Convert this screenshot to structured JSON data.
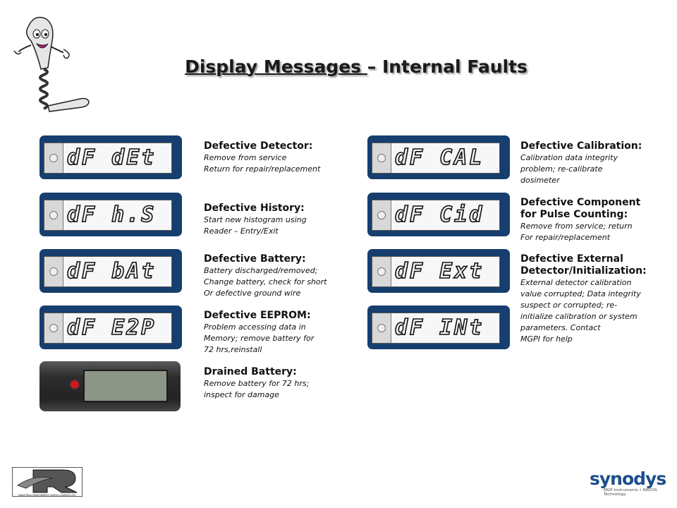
{
  "title_part1": "Display Messages ",
  "title_part2": "– Internal Faults",
  "displays": [
    {
      "code": "dF dEt",
      "heading": "Defective Detector:",
      "lines": [
        "Remove from service",
        "Return for repair/replacement"
      ]
    },
    {
      "code": "dF h.S",
      "heading": "Defective History:",
      "lines": [
        "Start new histogram using",
        "Reader – Entry/Exit"
      ]
    },
    {
      "code": "dF bAt",
      "heading": "Defective Battery:",
      "lines": [
        "Battery discharged/removed;",
        "Change battery, check for short",
        "Or defective ground wire"
      ]
    },
    {
      "code": "dF E2P",
      "heading": "Defective EEPROM:",
      "lines": [
        "Problem accessing data in",
        "Memory; remove battery for",
        "72 hrs,reinstall"
      ]
    },
    {
      "code": "dF CAL",
      "heading": "Defective Calibration:",
      "lines": [
        "Calibration data integrity",
        "problem; re-calibrate",
        "dosimeter"
      ]
    },
    {
      "code": "dF Cid",
      "heading": "Defective Component for Pulse Counting:",
      "heading_lines": [
        "Defective Component",
        "for Pulse Counting:"
      ],
      "lines": [
        "Remove from service; return",
        "For repair/replacement"
      ]
    },
    {
      "code": "dF Ext",
      "heading": "Defective External Detector/Initialization:",
      "heading_lines": [
        "Defective External",
        "Detector/Initialization:"
      ],
      "lines": [
        "External detector calibration",
        "value corrupted; Data integrity",
        "suspect or corrupted; re-",
        "initialize calibration or system",
        "parameters.  Contact",
        "MGPI for help"
      ]
    },
    {
      "code": "dF INt",
      "heading": "",
      "lines": []
    }
  ],
  "drained": {
    "heading": "Drained Battery:",
    "lines": [
      "Remove battery for 72 hrs;",
      "inspect for damage"
    ]
  },
  "logo_left": "INDUSTRIAL RADIOGRAPHY SUPPLY & SERVICE LTD.",
  "logo_right": {
    "word": "synodys",
    "tagline": "MGP Instruments • RADOS Technology"
  },
  "colors": {
    "frame": "#163e6e",
    "brand": "#1c4f8c",
    "led": "#e0121a"
  }
}
